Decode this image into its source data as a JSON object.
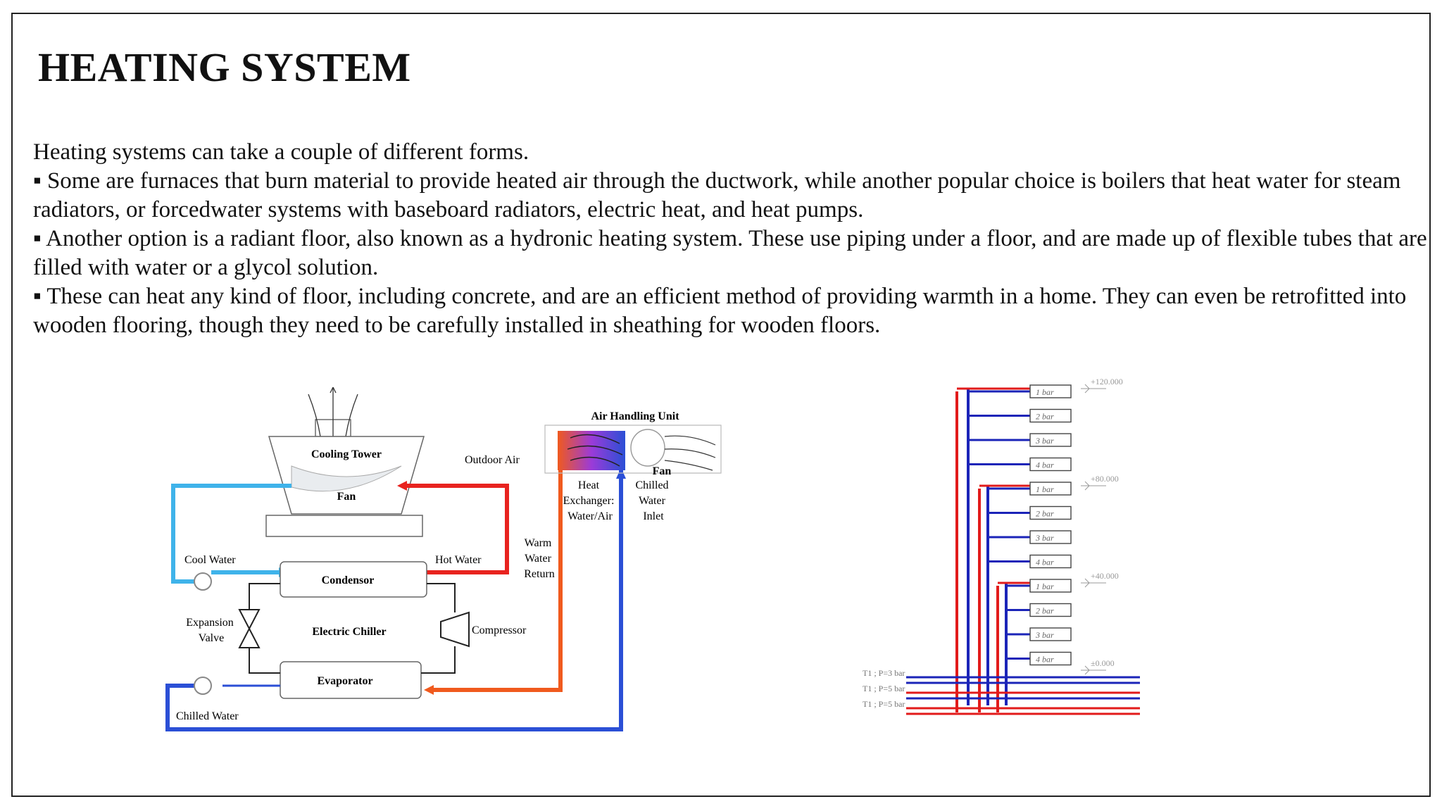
{
  "slide": {
    "title": "HEATING SYSTEM",
    "paragraphs": [
      "Heating systems can take a couple of different forms.",
      "▪ Some are furnaces that burn material to provide heated air through the ductwork, while another popular choice is boilers that heat water for steam radiators, or forcedwater systems with baseboard radiators, electric heat, and heat pumps.",
      "▪ Another option is a radiant floor, also known as a hydronic heating system. These use piping under a floor, and are made up of flexible tubes that are filled with water or a glycol solution.",
      "▪ These can heat any kind of floor, including concrete, and are an efficient method of providing warmth in a home. They can even be retrofitted into wooden flooring, though they need to be carefully installed in sheathing for wooden floors."
    ]
  },
  "chiller_diagram": {
    "cooling_tower": "Cooling Tower",
    "tower_fan": "Fan",
    "outdoor_air": "Outdoor Air",
    "ahu_title": "Air Handling Unit",
    "ahu_fan": "Fan",
    "heat_exchanger": [
      "Heat",
      "Exchanger:",
      "Water/Air"
    ],
    "chilled_water_inlet": [
      "Chilled",
      "Water",
      "Inlet"
    ],
    "warm_water_return": [
      "Warm",
      "Water",
      "Return"
    ],
    "cool_water": "Cool Water",
    "hot_water": "Hot Water",
    "condensor": "Condensor",
    "electric_chiller": "Electric Chiller",
    "expansion_valve": [
      "Expansion",
      "Valve"
    ],
    "compressor": "Compressor",
    "evaporator": "Evaporator",
    "chilled_water": "Chilled Water",
    "colors": {
      "hot": "#e8231f",
      "cold": "#2b4fd6",
      "cool": "#3fb3ea",
      "warm": "#f05a1e"
    }
  },
  "radiant_diagram": {
    "levels": [
      "+120.000",
      "+80.000",
      "+40.000",
      "±0.000"
    ],
    "floor_labels": [
      "1 bar",
      "2 bar",
      "3 bar",
      "4 bar"
    ],
    "supply_labels": [
      "T1 ; P=3 bar",
      "T1 ; P=5 bar",
      "T1 ; P=5 bar"
    ],
    "colors": {
      "supply": "#e21b1b",
      "return": "#1b24b8"
    }
  }
}
